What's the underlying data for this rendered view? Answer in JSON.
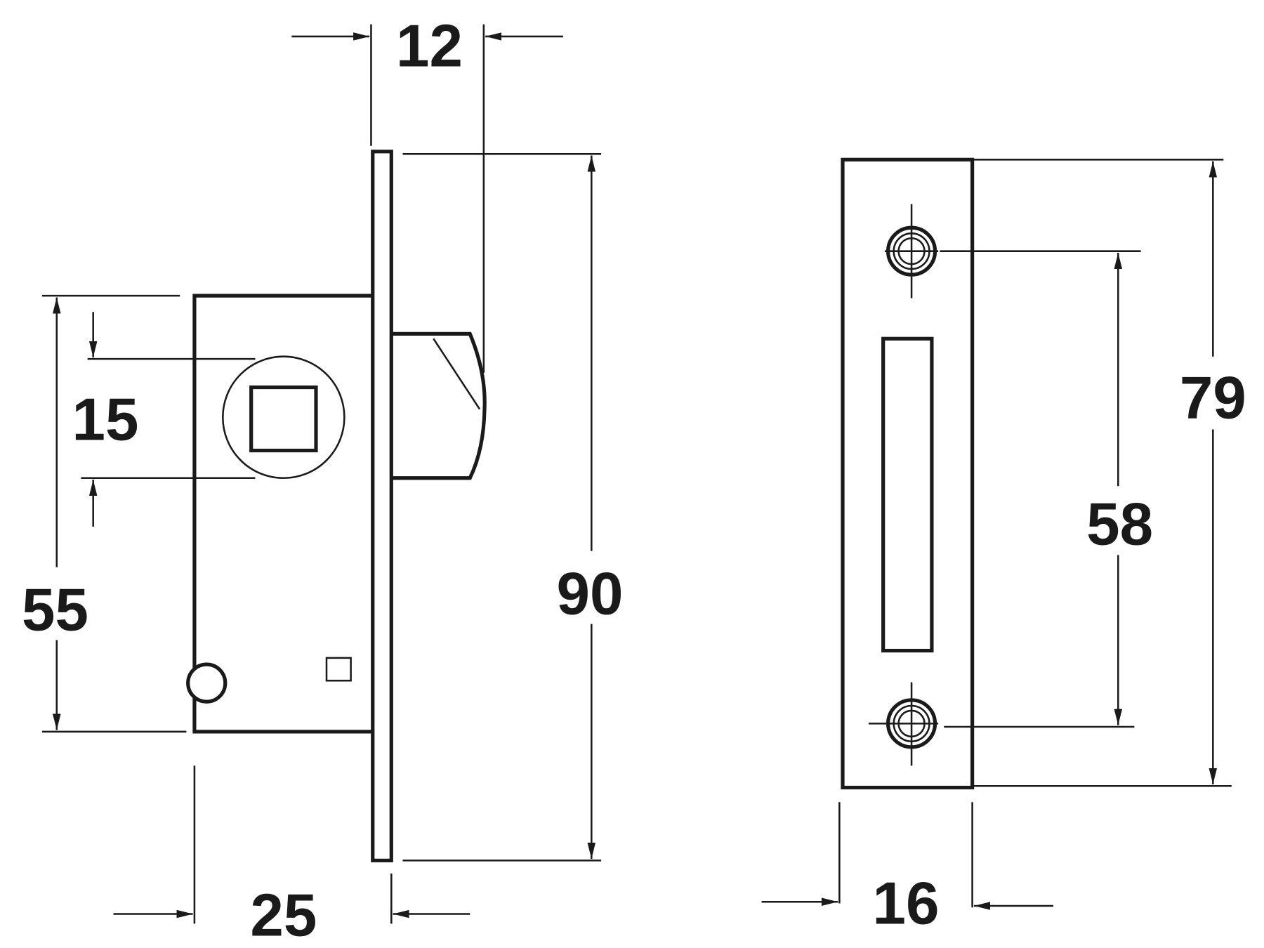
{
  "drawing": {
    "latch": {
      "dimensions": {
        "backset_depth": "12",
        "faceplate_height": "90",
        "case_height": "55",
        "spindle_size": "15",
        "case_depth": "25"
      }
    },
    "strike_plate": {
      "dimensions": {
        "plate_height": "79",
        "screw_centres": "58",
        "plate_width": "16"
      }
    },
    "colors": {
      "line": "#1a1a1a",
      "background": "#ffffff"
    }
  }
}
